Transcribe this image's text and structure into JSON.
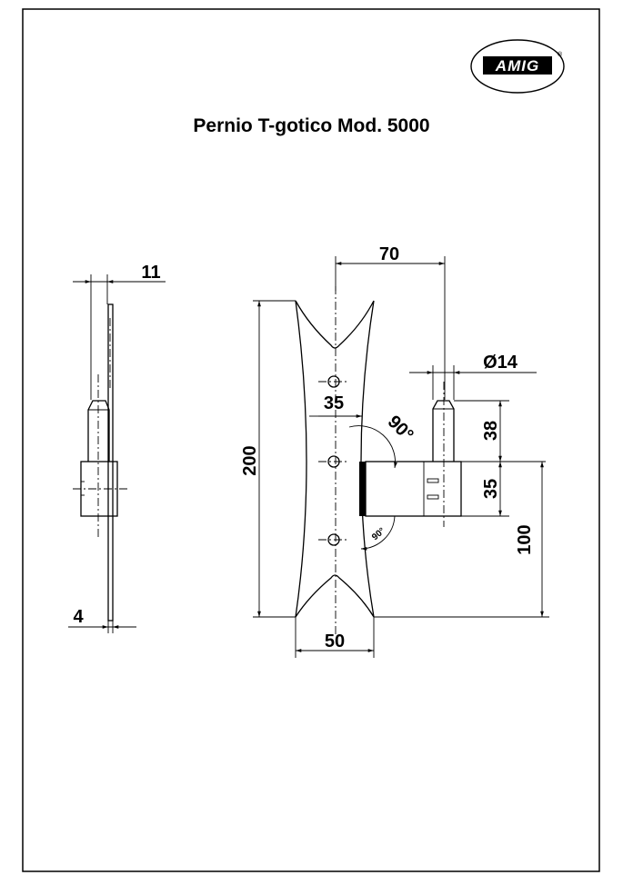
{
  "title": "Pernio T-gotico Mod. 5000",
  "logo": {
    "text": "AMIG",
    "registered_mark": "®"
  },
  "dimensions": {
    "side_thickness_top": "11",
    "side_thickness_bottom": "4",
    "width_to_pin": "70",
    "pin_diameter": "Ø14",
    "hole_offset": "35",
    "angle_top": "90°",
    "pin_height": "38",
    "knuckle_height": "35",
    "total_height": "200",
    "pin_to_bottom": "100",
    "plate_width": "50",
    "angle_bottom": "90°"
  },
  "colors": {
    "line": "#000000",
    "background": "#ffffff"
  }
}
